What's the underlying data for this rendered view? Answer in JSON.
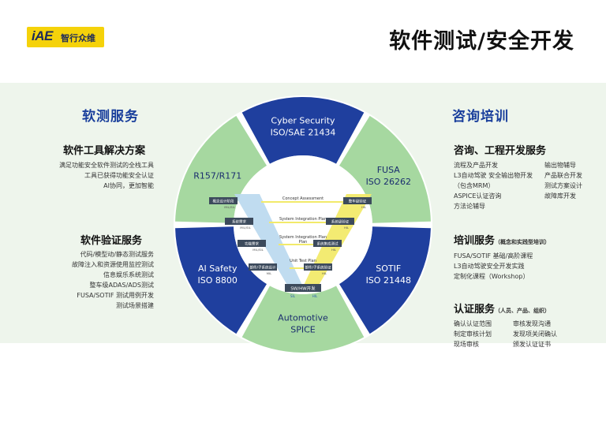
{
  "brand": {
    "mark": "iAE",
    "name": "智行众维"
  },
  "title": "软件测试/安全开发",
  "left": {
    "heading": "软测服务",
    "tools": {
      "title": "软件工具解决方案",
      "lines": [
        "满足功能安全软件测试的全栈工具",
        "工具已获得功能安全认证",
        "AI协同，更加智能"
      ]
    },
    "verify": {
      "title": "软件验证服务",
      "lines": [
        "代码/模型动/静态测试服务",
        "故障注入和资源使用监控测试",
        "信息娱乐系统测试",
        "整车级ADAS/ADS测试",
        "FUSA/SOTIF 测试用例开发",
        "测试场景搭建"
      ]
    }
  },
  "right": {
    "heading": "咨询培训",
    "consult": {
      "title": "咨询、工程开发服务",
      "col1": [
        "流程及产品开发",
        "L3自动驾驶 安全输出物开发",
        "（包含MRM）",
        "ASPICE认证咨询",
        "方法论辅导"
      ],
      "col2": [
        "输出物辅导",
        "产品联合开发",
        "测试方案设计",
        "故障库开发"
      ]
    },
    "training": {
      "title": "培训服务",
      "note": "（概念和实践型培训）",
      "lines": [
        "FUSA/SOTIF 基础/高阶课程",
        "L3自动驾驶安全开发实践",
        "定制化课程（Workshop）"
      ]
    },
    "cert": {
      "title": "认证服务",
      "note": "（人员、产品、组织）",
      "col1": [
        "确认认证范围",
        "制定审核计划",
        "现场审核"
      ],
      "col2": [
        "审核发现沟通",
        "发现项关闭确认",
        "颁发认证证书"
      ]
    }
  },
  "wheel": {
    "segments": [
      {
        "l1": "Cyber Security",
        "l2": "ISO/SAE 21434",
        "color": "#1f3f9e",
        "text": "#ffffff"
      },
      {
        "l1": "FUSA",
        "l2": "ISO 26262",
        "color": "#a6d8a0",
        "text": "#1a2d6e"
      },
      {
        "l1": "SOTIF",
        "l2": "ISO 21448",
        "color": "#1f3f9e",
        "text": "#ffffff"
      },
      {
        "l1": "Automotive",
        "l2": "SPICE",
        "color": "#a6d8a0",
        "text": "#1a2d6e"
      },
      {
        "l1": "AI Safety",
        "l2": "ISO 8800",
        "color": "#1f3f9e",
        "text": "#ffffff"
      },
      {
        "l1": "R157/R171",
        "l2": "",
        "color": "#a6d8a0",
        "text": "#1a2d6e"
      }
    ],
    "vmodel": {
      "levels": [
        "Concept Assessment",
        "System Integration Plan",
        "System Integration Plan",
        "Unit Test Plan"
      ],
      "left_boxes": [
        "概念设计阶段",
        "系统需求",
        "功能需求",
        "部件/子系统设计"
      ],
      "right_boxes": [
        "整车级验证",
        "系统级验证",
        "系统集成测试",
        "部件/子系统验证"
      ],
      "bottom": "SW/HW开发",
      "tags_left": [
        "MIL/SIL",
        "MIL/SIL",
        "MIL/SIL",
        "MIL"
      ],
      "tags_right": [
        "HIL",
        "HIL",
        "HIL",
        "HIL"
      ],
      "bottom_tags": [
        "SIL",
        "HIL"
      ]
    }
  }
}
